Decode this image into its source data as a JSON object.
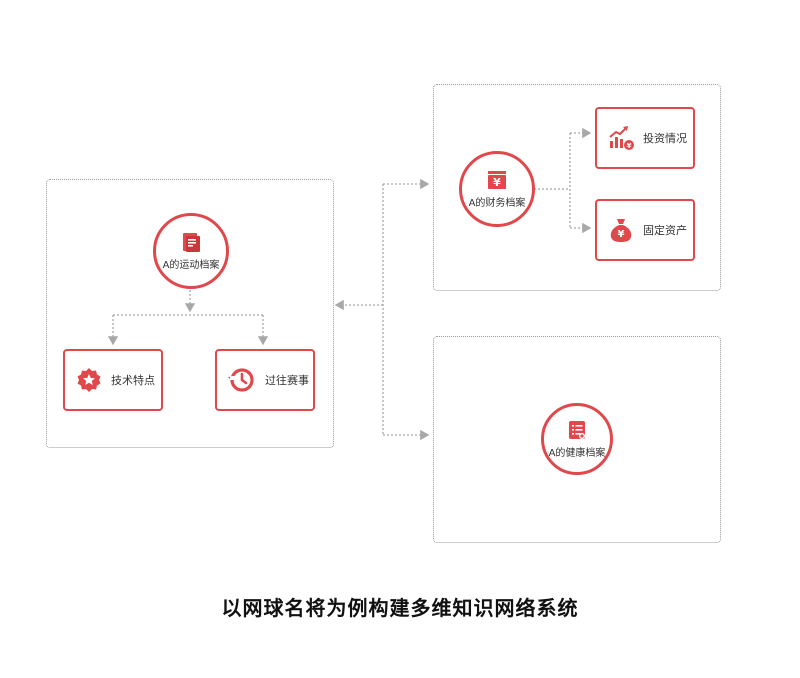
{
  "nodes": {
    "sports": {
      "label": "A的运动档案",
      "icon": "document-icon"
    },
    "skills": {
      "label": "技术特点",
      "icon": "award-badge-icon"
    },
    "matches": {
      "label": "过往赛事",
      "icon": "history-clock-icon"
    },
    "finance": {
      "label": "A的财务档案",
      "icon": "yuan-box-icon"
    },
    "investment": {
      "label": "投资情况",
      "icon": "growth-chart-icon"
    },
    "fixed_assets": {
      "label": "固定资产",
      "icon": "money-bag-icon"
    },
    "health": {
      "label": "A的健康档案",
      "icon": "medical-list-icon"
    }
  },
  "caption": "以网球名将为例构建多维知识网络系统",
  "colors": {
    "accent": "#e0484b",
    "connector": "#a8a8a8",
    "box_border": "#9a9a9a"
  }
}
